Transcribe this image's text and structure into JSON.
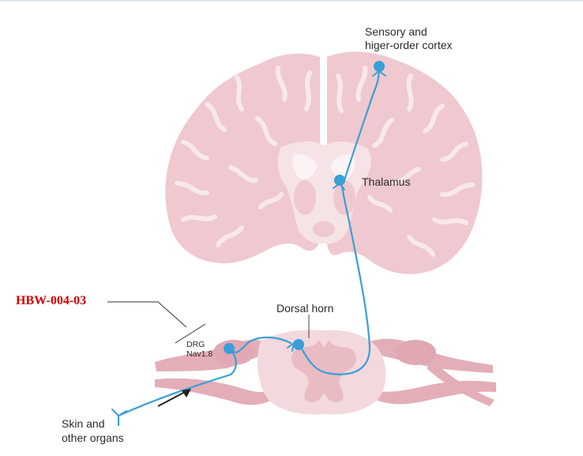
{
  "labels": {
    "cortex_line1": "Sensory and",
    "cortex_line2": "higer-order cortex",
    "thalamus": "Thalamus",
    "dorsal_horn": "Dorsal horn",
    "drg_line1": "DRG",
    "drg_line2": "Nav1.8",
    "skin_line1": "Skin and",
    "skin_line2": "other organs",
    "compound_code": "HBW-004-03"
  },
  "colors": {
    "tissue": "#efc9cf",
    "tissue_light": "#f6e3e5",
    "tissue_white": "#fbf3f4",
    "tissue_edge": "#d9a2ad",
    "neuron": "#3a9fd6",
    "code": "#d40000",
    "pointer_line": "#333333"
  }
}
